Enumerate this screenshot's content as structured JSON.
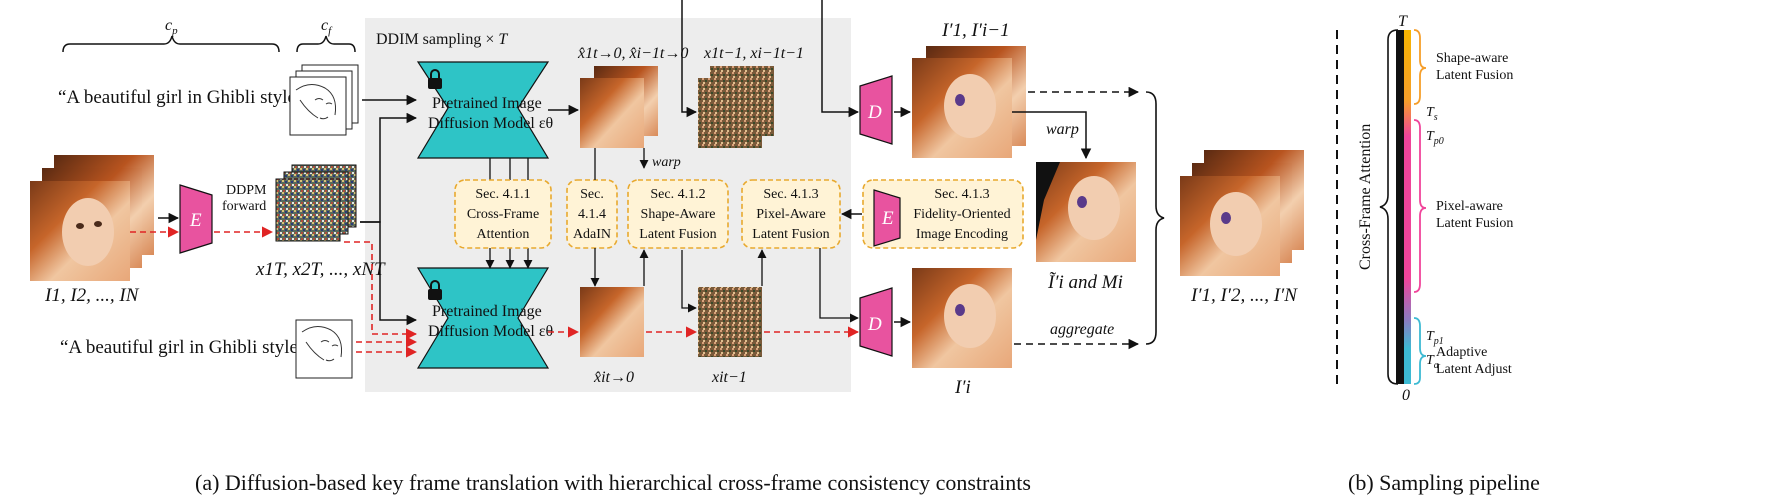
{
  "caption": {
    "left": "(a) Diffusion-based key frame translation with hierarchical cross-frame consistency constraints",
    "right": "(b) Sampling pipeline"
  },
  "panel_a": {
    "cp_label": "c",
    "cp_sub": "p",
    "cf_label": "c",
    "cf_sub": "f",
    "prompt_top": "“A beautiful girl in Ghibli style”,",
    "prompt_bottom": "“A beautiful girl in Ghibli style”,",
    "ddim_label": "DDIM sampling ×",
    "ddim_T": "T",
    "encoder": "E",
    "decoder": "D",
    "ddpm_line1": "DDPM",
    "ddpm_line2": "forward",
    "inputs_label": "I1, I2, ..., IN",
    "noise_label": "x1T, x2T, ..., xNT",
    "model_top_line1": "Pretrained Image",
    "model_top_line2": "Diffusion Model εθ",
    "model_bottom_line1": "Pretrained Image",
    "model_bottom_line2": "Diffusion Model εθ",
    "x0_top_label": "x̂1t→0, x̂i−1t→0",
    "xt_top_label": "x1t−1, xi−1t−1",
    "x0_bottom_label": "x̂it→0",
    "xt_bottom_label": "xit−1",
    "out_top_label": "I′1, I′i−1",
    "out_bottom_label": "I′i",
    "warped_label": "Ĩ′i and Mi",
    "final_label": "I′1, I′2, ..., I′N",
    "warp_small": "warp",
    "warp_right": "warp",
    "aggregate": "aggregate",
    "modules": [
      {
        "line1": "Sec. 4.1.1",
        "line2": "Cross-Frame",
        "line3": "Attention"
      },
      {
        "line1": "Sec.",
        "line2": "4.1.4",
        "line3": "AdaIN"
      },
      {
        "line1": "Sec. 4.1.2",
        "line2": "Shape-Aware",
        "line3": "Latent Fusion"
      },
      {
        "line1": "Sec. 4.1.3",
        "line2": "Pixel-Aware",
        "line3": "Latent Fusion"
      },
      {
        "line1": "Sec. 4.1.3",
        "line2": "Fidelity-Oriented",
        "line3": "Image Encoding"
      }
    ]
  },
  "panel_b": {
    "vertical_label": "Cross-Frame Attention",
    "top_tick": "T",
    "bottom_tick": "0",
    "stages": [
      {
        "line1": "Shape-aware",
        "line2": "Latent Fusion"
      },
      {
        "line1": "Pixel-aware",
        "line2": "Latent Fusion"
      },
      {
        "line1": "Adaptive",
        "line2": "Latent Adjust"
      }
    ],
    "ticks": {
      "ts": "T",
      "ts_sub": "s",
      "tp0": "T",
      "tp0_sub": "p0",
      "tp1": "T",
      "tp1_sub": "p1",
      "ta": "T",
      "ta_sub": "a"
    }
  },
  "colors": {
    "teal": "#2EC4C6",
    "magenta": "#E8539F",
    "module_fill": "#FFF3D6",
    "module_border": "#E8A92E",
    "red_arrow": "#E02424",
    "gray_panel": "#EDEDED",
    "orange": "#F5A623",
    "pink": "#F0449A",
    "cyan": "#3DBAD3"
  }
}
